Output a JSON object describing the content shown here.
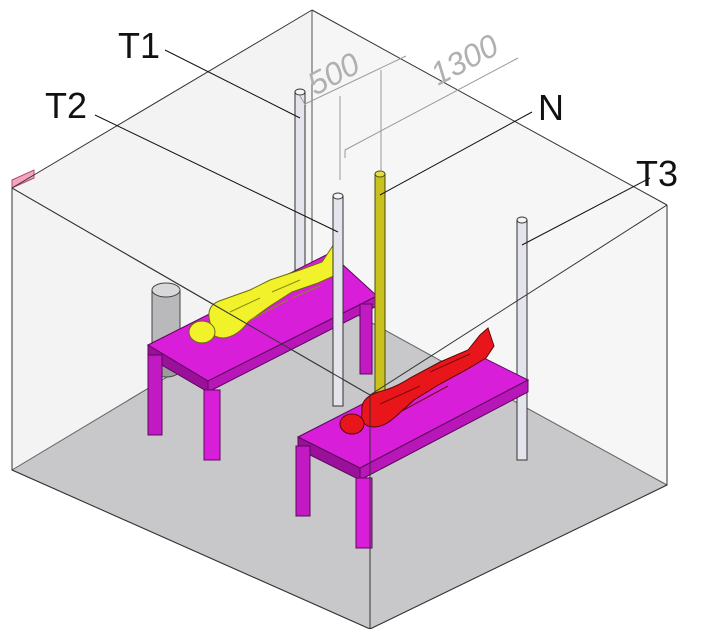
{
  "labels": {
    "t1": "T1",
    "t2": "T2",
    "t3": "T3",
    "n": "N"
  },
  "dimensions": {
    "d1": "500",
    "d2": "1300"
  },
  "colors": {
    "table": "#d81ed8",
    "table_dark": "#9a109a",
    "mannequin_yellow": "#f2f22a",
    "mannequin_red": "#e8161b",
    "probe_n": "#c9c21e",
    "probe_t": "#e4e4ec",
    "floor": "#c7c7c9",
    "vent": "#f4a6bf"
  }
}
